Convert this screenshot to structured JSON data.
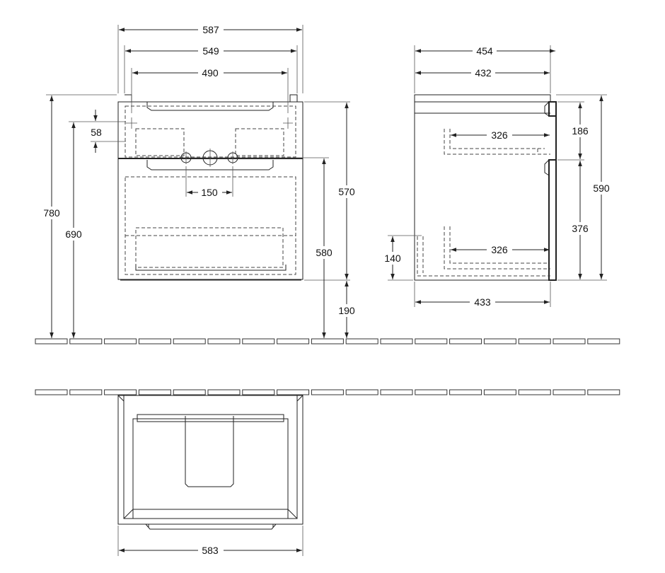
{
  "front_view": {
    "width_overall": "587",
    "width_inner": "549",
    "width_basin": "490",
    "height_total": "780",
    "height_to_drain": "690",
    "tap_offset": "58",
    "tap_spacing": "150",
    "height_cabinet": "570",
    "height_to_top": "580",
    "height_from_floor": "190"
  },
  "side_view": {
    "depth_overall": "454",
    "depth_inner": "432",
    "drawer_top_depth": "326",
    "drawer_bottom_depth": "326",
    "depth_base": "433",
    "plinth_height": "140",
    "upper_drawer_height": "186",
    "lower_drawer_height": "376",
    "cabinet_height": "590"
  },
  "top_view": {
    "width": "583"
  }
}
